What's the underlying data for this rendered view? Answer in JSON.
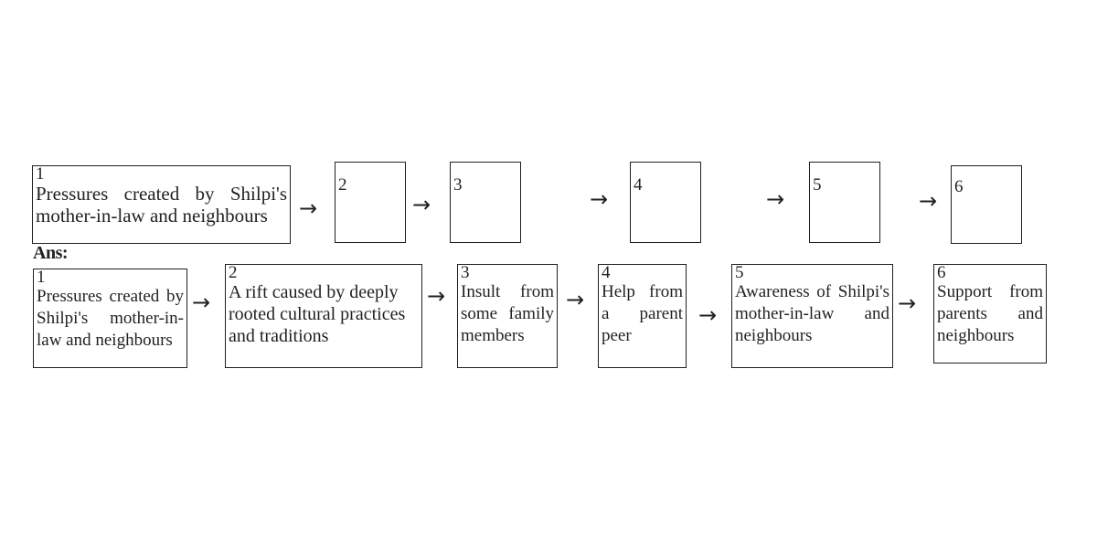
{
  "question_row": {
    "box1": {
      "number": "1",
      "text": "Pressures created by Shilpi's mother-in-law and neighbours"
    },
    "box2": {
      "number": "2"
    },
    "box3": {
      "number": "3"
    },
    "box4": {
      "number": "4"
    },
    "box5": {
      "number": "5"
    },
    "box6": {
      "number": "6"
    }
  },
  "answer_label": "Ans:",
  "answer_row": {
    "box1": {
      "number": "1",
      "text": "Pressures created by Shilpi's mother-in-law and neighbours"
    },
    "box2": {
      "number": "2",
      "text": "A rift caused by deeply rooted cultural practices and traditions"
    },
    "box3": {
      "number": "3",
      "text": "Insult from some family members"
    },
    "box4": {
      "number": "4",
      "text": "Help from a parent peer"
    },
    "box5": {
      "number": "5",
      "text": "Awareness of Shilpi's mother-in-law and neighbours"
    },
    "box6": {
      "number": "6",
      "text": "Support from parents and neighbours"
    }
  },
  "arrow_glyph": "→"
}
